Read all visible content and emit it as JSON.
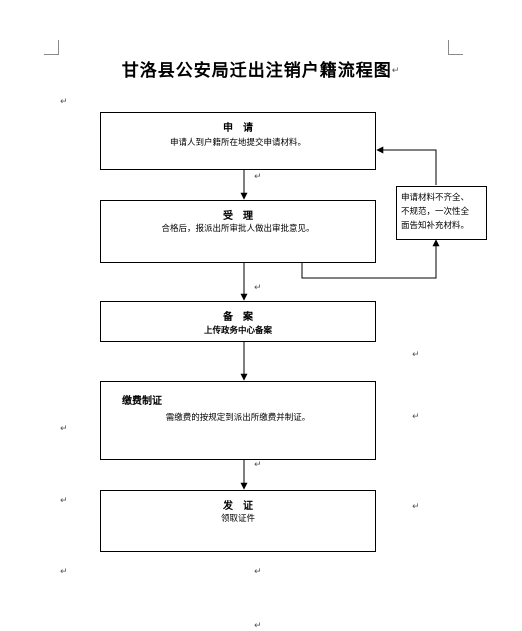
{
  "title": "甘洛县公安局迁出注销户籍流程图",
  "steps": [
    {
      "heading": "申　请",
      "lines": [
        "申请人到户籍所在地提交申请材料。"
      ]
    },
    {
      "heading": "受　理",
      "lines": [
        "合格后，报派出所审批人做出审批意见。"
      ]
    },
    {
      "heading": "备　案",
      "lines": [
        "上传政务中心备案"
      ]
    },
    {
      "heading": "缴费制证",
      "lines": [
        "需缴费的按规定到派出所缴费并制证。"
      ]
    },
    {
      "heading": "发　证",
      "lines": [
        "领取证件"
      ]
    }
  ],
  "side_note": {
    "lines": [
      "申请材料不齐全、",
      "不规范，一次性全",
      "面告知补充材料。"
    ]
  },
  "marks": {
    "paragraph": "↵",
    "arrow_mark": "↵"
  }
}
